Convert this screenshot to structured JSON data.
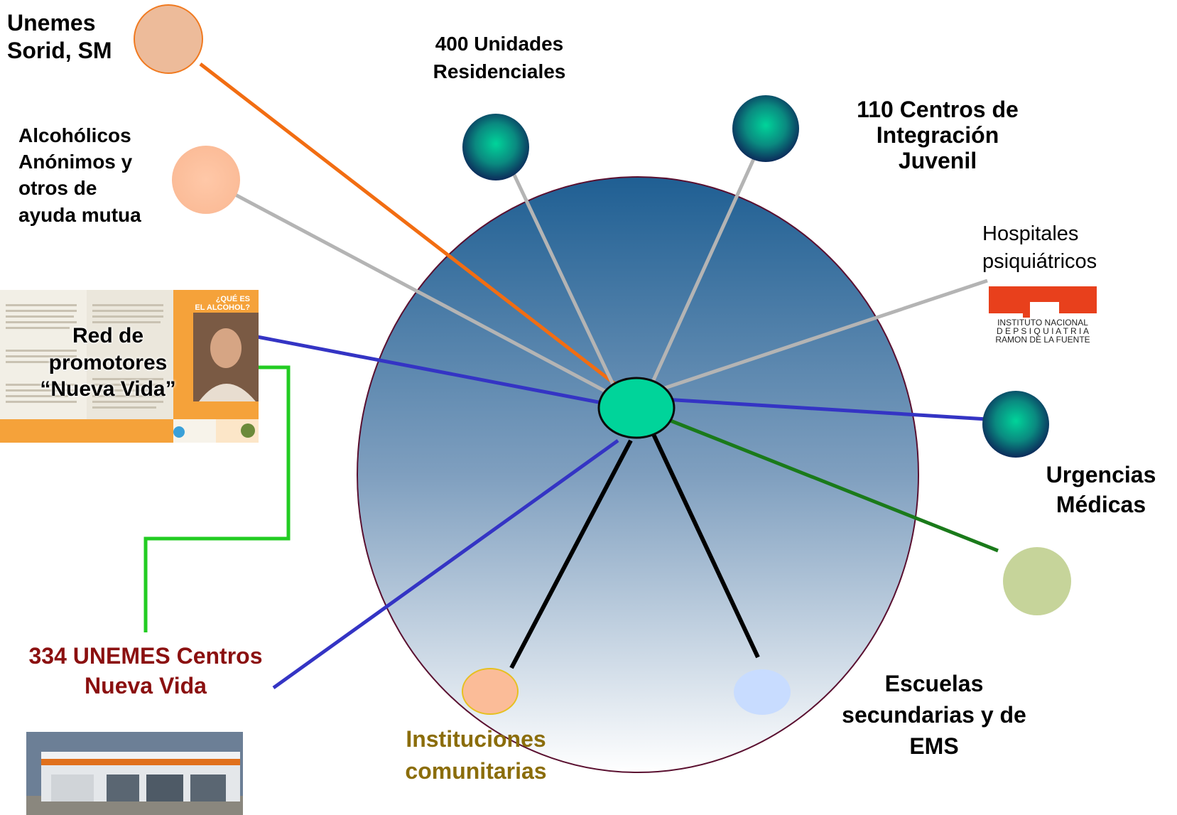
{
  "labels": {
    "unemes_sorid": [
      "Unemes",
      "Sorid, SM"
    ],
    "alcoholicos": [
      "Alcohólicos",
      "Anónimos y",
      "otros de",
      "ayuda mutua"
    ],
    "residenciales": [
      "400 Unidades",
      "Residenciales"
    ],
    "cij": [
      "110 Centros de",
      "Integración",
      "Juvenil"
    ],
    "hospitales": [
      "Hospitales",
      "psiquiátricos"
    ],
    "red_promotores": [
      "Red de",
      "promotores",
      "“Nueva Vida”"
    ],
    "urgencias": [
      "Urgencias",
      "Médicas"
    ],
    "unemes_cnv": [
      "334 UNEMES Centros",
      "Nueva Vida"
    ],
    "instituciones": [
      "Instituciones",
      "comunitarias"
    ],
    "escuelas": [
      "Escuelas",
      "secundarias y de",
      "EMS"
    ]
  },
  "logo_inp": {
    "lines": [
      "INSTITUTO NACIONAL",
      "D E  P S I Q U I A T R I A",
      "RAMON DE LA FUENTE"
    ]
  },
  "brochure": {
    "header": [
      "¿QUÉ ES",
      "EL ALCOHOL?"
    ]
  },
  "colors": {
    "orange_line": "#f26d12",
    "gray_line": "#b4b4b4",
    "blue_line": "#3434c4",
    "green_line": "#1a7a1a",
    "black_line": "#000000",
    "bright_green_line": "#22cc22",
    "hub_fill": "#00d49a",
    "maroon_text": "#8b1010",
    "olive_text": "#8b6d0a",
    "inp_red": "#e8401c"
  }
}
